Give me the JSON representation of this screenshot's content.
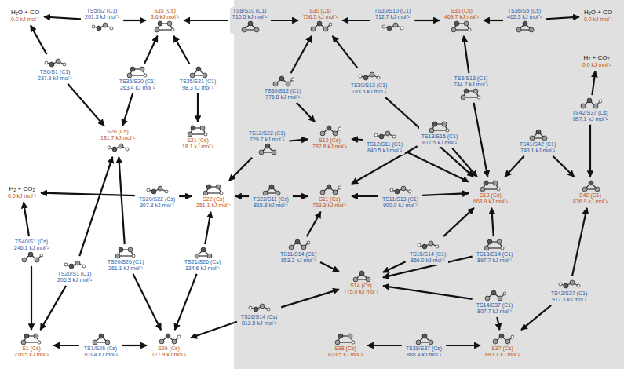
{
  "diagram": {
    "nodes": [
      {
        "text": [
          "H₂O + CO",
          "0.0 kJ mol⁻¹"
        ]
      },
      {
        "text": [
          "TS5/S2 (C1)",
          "201.3 kJ mol⁻¹"
        ]
      },
      {
        "text": [
          "S35 (Cs)",
          "3.6 kJ mol⁻¹"
        ]
      },
      {
        "text": [
          "TS8/S10 (C1)",
          "710.5 kJ mol⁻¹"
        ]
      },
      {
        "text": [
          "S30 (Cs)",
          "756.5 kJ mol⁻¹"
        ]
      },
      {
        "text": [
          "TS30/S10 (C1)",
          "712.7 kJ mol⁻¹"
        ]
      },
      {
        "text": [
          "S36 (Cs)",
          "469.7 kJ mol⁻¹"
        ]
      },
      {
        "text": [
          "TS36/S5 (Cs)",
          "462.3 kJ mol⁻¹"
        ]
      },
      {
        "text": [
          "H₂O + CO",
          "0.0 kJ mol⁻¹"
        ]
      },
      {
        "text": [
          "TS6/S1 (C1)",
          "237.9 kJ mol⁻¹"
        ]
      },
      {
        "text": [
          "TS35/S20 (C1)",
          "263.4 kJ mol⁻¹"
        ]
      },
      {
        "text": [
          "TS35/S21 (C1)",
          "98.3 kJ mol⁻¹"
        ]
      },
      {
        "text": [
          "TS30/S12 (C1)",
          "776.8 kJ mol⁻¹"
        ]
      },
      {
        "text": [
          "TS30/S13 (C1)",
          "783.5 kJ mol⁻¹"
        ]
      },
      {
        "text": [
          "TS5/S13 (C1)",
          "744.2 kJ mol⁻¹"
        ]
      },
      {
        "text": [
          "H₂ + CO₂",
          "0.0 kJ mol⁻¹"
        ]
      },
      {
        "text": [
          "TS42/S37 (Cs)",
          "857.1 kJ mol⁻¹"
        ]
      },
      {
        "text": [
          "S20 (Cs)",
          "181.7 kJ mol⁻¹"
        ]
      },
      {
        "text": [
          "S21 (Cs)",
          "18.1 kJ mol⁻¹"
        ]
      },
      {
        "text": [
          "TS12/S22 (C1)",
          "729.7 kJ mol⁻¹"
        ]
      },
      {
        "text": [
          "S12 (Cs)",
          "782.8 kJ mol⁻¹"
        ]
      },
      {
        "text": [
          "TS12/S11 (C1)",
          "840.5 kJ mol⁻¹"
        ]
      },
      {
        "text": [
          "TS13/S15 (C1)",
          "877.5 kJ mol⁻¹"
        ]
      },
      {
        "text": [
          "TS41/S42 (C1)",
          "743.1 kJ mol⁻¹"
        ]
      },
      {
        "text": [
          "H₂ + CO₂",
          "0.0 kJ mol⁻¹"
        ]
      },
      {
        "text": [
          "TS20/S22 (Cs)",
          "307.3 kJ mol⁻¹"
        ]
      },
      {
        "text": [
          "S22 (Cs)",
          "251.1 kJ mol⁻¹"
        ]
      },
      {
        "text": [
          "TS22/S11 (Cs)",
          "815.8 kJ mol⁻¹"
        ]
      },
      {
        "text": [
          "S11 (Cs)",
          "763.3 kJ mol⁻¹"
        ]
      },
      {
        "text": [
          "TS11/S13 (C1)",
          "900.0 kJ mol⁻¹"
        ]
      },
      {
        "text": [
          "S13 (Cs)",
          "668.9 kJ mol⁻¹"
        ]
      },
      {
        "text": [
          "S42 (C1)",
          "836.9 kJ mol⁻¹"
        ]
      },
      {
        "text": [
          "TS40/S1 (Cs)",
          "246.1 kJ mol⁻¹"
        ]
      },
      {
        "text": [
          "TS20/S1 (C1)",
          "206.3 kJ mol⁻¹"
        ]
      },
      {
        "text": [
          "TS20/S26 (C1)",
          "261.1 kJ mol⁻¹"
        ]
      },
      {
        "text": [
          "TS21/S26 (Cs)",
          "334.6 kJ mol⁻¹"
        ]
      },
      {
        "text": [
          "TS11/S14 (C1)",
          "853.2 kJ mol⁻¹"
        ]
      },
      {
        "text": [
          "TS15/S14 (C1)",
          "866.0 kJ mol⁻¹"
        ]
      },
      {
        "text": [
          "TS13/S14 (C1)",
          "897.7 kJ mol⁻¹"
        ]
      },
      {
        "text": [
          "S14 (Cs)",
          "775.0 kJ mol⁻¹"
        ]
      },
      {
        "text": [
          "TS14/S37 (C1)",
          "807.7 kJ mol⁻¹"
        ]
      },
      {
        "text": [
          "TS42/S37 (C1)",
          "977.3 kJ mol⁻¹"
        ]
      },
      {
        "text": [
          "S1 (Cs)",
          "216.5 kJ mol⁻¹"
        ]
      },
      {
        "text": [
          "TS1/S26 (Cs)",
          "303.4 kJ mol⁻¹"
        ]
      },
      {
        "text": [
          "S26 (Cs)",
          "177.9 kJ mol⁻¹"
        ]
      },
      {
        "text": [
          "TS26/S14 (Cs)",
          "812.5 kJ mol⁻¹"
        ]
      },
      {
        "text": [
          "S38 (Cs)",
          "823.5 kJ mol⁻¹"
        ]
      },
      {
        "text": [
          "TS38/S37 (Cs)",
          "888.4 kJ mol⁻¹"
        ]
      },
      {
        "text": [
          "S37 (Cs)",
          "883.1 kJ mol⁻¹"
        ]
      }
    ],
    "edges": [
      {
        "from": 1,
        "to": 0,
        "arrow": "to"
      },
      {
        "from": 1,
        "to": 2,
        "arrow": "to"
      },
      {
        "from": 3,
        "to": 2,
        "arrow": "to"
      },
      {
        "from": 3,
        "to": 4,
        "arrow": "to"
      },
      {
        "from": 5,
        "to": 4,
        "arrow": "to"
      },
      {
        "from": 5,
        "to": 6,
        "arrow": "to"
      },
      {
        "from": 7,
        "to": 6,
        "arrow": "to"
      },
      {
        "from": 7,
        "to": 8,
        "arrow": "to"
      },
      {
        "from": 9,
        "to": 0,
        "arrow": "to"
      },
      {
        "from": 9,
        "to": 17,
        "arrow": "to"
      },
      {
        "from": 10,
        "to": 2,
        "arrow": "to"
      },
      {
        "from": 10,
        "to": 17,
        "arrow": "to"
      },
      {
        "from": 11,
        "to": 2,
        "arrow": "to"
      },
      {
        "from": 11,
        "to": 18,
        "arrow": "to"
      },
      {
        "from": 12,
        "to": 4,
        "arrow": "to"
      },
      {
        "from": 12,
        "to": 20,
        "arrow": "to"
      },
      {
        "from": 13,
        "to": 4,
        "arrow": "to"
      },
      {
        "from": 13,
        "to": 30,
        "arrow": "to"
      },
      {
        "from": 14,
        "to": 6,
        "arrow": "to"
      },
      {
        "from": 14,
        "to": 30,
        "arrow": "to"
      },
      {
        "from": 16,
        "to": 15,
        "arrow": "to"
      },
      {
        "from": 16,
        "to": 31,
        "arrow": "to"
      },
      {
        "from": 19,
        "to": 20,
        "arrow": "to"
      },
      {
        "from": 19,
        "to": 26,
        "arrow": "to"
      },
      {
        "from": 21,
        "to": 20,
        "arrow": "to"
      },
      {
        "from": 21,
        "to": 30,
        "arrow": "to"
      },
      {
        "from": 22,
        "to": 28,
        "arrow": "to"
      },
      {
        "from": 22,
        "to": 30,
        "arrow": "to"
      },
      {
        "from": 23,
        "to": 30,
        "arrow": "to"
      },
      {
        "from": 23,
        "to": 31,
        "arrow": "to"
      },
      {
        "from": 25,
        "to": 24,
        "arrow": "to"
      },
      {
        "from": 25,
        "to": 26,
        "arrow": "to"
      },
      {
        "from": 27,
        "to": 26,
        "arrow": "to"
      },
      {
        "from": 27,
        "to": 28,
        "arrow": "to"
      },
      {
        "from": 29,
        "to": 28,
        "arrow": "to"
      },
      {
        "from": 29,
        "to": 30,
        "arrow": "to"
      },
      {
        "from": 32,
        "to": 24,
        "arrow": "to"
      },
      {
        "from": 32,
        "to": 42,
        "arrow": "to"
      },
      {
        "from": 33,
        "to": 17,
        "arrow": "to"
      },
      {
        "from": 33,
        "to": 42,
        "arrow": "to"
      },
      {
        "from": 34,
        "to": 17,
        "arrow": "to"
      },
      {
        "from": 34,
        "to": 44,
        "arrow": "to"
      },
      {
        "from": 35,
        "to": 26,
        "arrow": "to"
      },
      {
        "from": 35,
        "to": 44,
        "arrow": "to"
      },
      {
        "from": 36,
        "to": 28,
        "arrow": "to"
      },
      {
        "from": 36,
        "to": 39,
        "arrow": "to"
      },
      {
        "from": 37,
        "to": 39,
        "arrow": "to"
      },
      {
        "from": 37,
        "to": 30,
        "arrow": "to"
      },
      {
        "from": 38,
        "to": 39,
        "arrow": "to"
      },
      {
        "from": 38,
        "to": 30,
        "arrow": "to"
      },
      {
        "from": 40,
        "to": 39,
        "arrow": "to"
      },
      {
        "from": 40,
        "to": 48,
        "arrow": "to"
      },
      {
        "from": 41,
        "to": 31,
        "arrow": "to"
      },
      {
        "from": 41,
        "to": 48,
        "arrow": "to"
      },
      {
        "from": 43,
        "to": 42,
        "arrow": "to"
      },
      {
        "from": 43,
        "to": 44,
        "arrow": "to"
      },
      {
        "from": 45,
        "to": 44,
        "arrow": "to"
      },
      {
        "from": 45,
        "to": 39,
        "arrow": "to"
      },
      {
        "from": 47,
        "to": 46,
        "arrow": "to"
      },
      {
        "from": 47,
        "to": 48,
        "arrow": "to"
      }
    ]
  }
}
